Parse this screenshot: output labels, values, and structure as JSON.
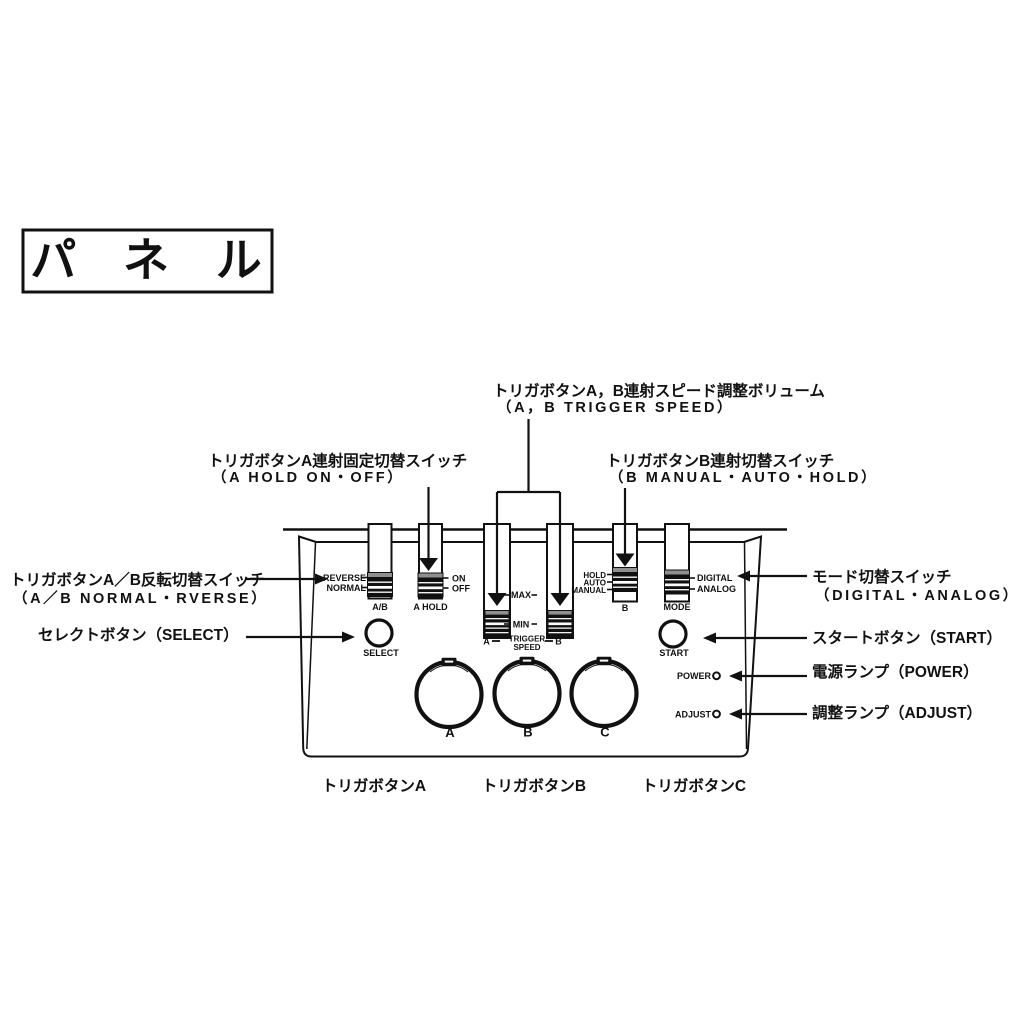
{
  "title": "パ ネ ル",
  "colors": {
    "ink": "#111111",
    "paper": "#ffffff"
  },
  "callouts": {
    "trigger_speed": {
      "line1": "トリガボタンA，B連射スピード調整ボリューム",
      "line2": "（A，B TRIGGER SPEED）"
    },
    "a_hold": {
      "line1": "トリガボタンA連射固定切替スイッチ",
      "line2": "（A HOLD ON・OFF）"
    },
    "b_switch": {
      "line1": "トリガボタンB連射切替スイッチ",
      "line2": "（B MANUAL・AUTO・HOLD）"
    },
    "ab_reverse": {
      "line1": "トリガボタンA／B反転切替スイッチ",
      "line2": "（A／B NORMAL・RVERSE）"
    },
    "select": "セレクトボタン（SELECT）",
    "mode": {
      "line1": "モード切替スイッチ",
      "line2": "（DIGITAL・ANALOG）"
    },
    "start": "スタートボタン（START）",
    "power": "電源ランプ（POWER）",
    "adjust": "調整ランプ（ADJUST）",
    "trigger_a": "トリガボタンA",
    "trigger_b": "トリガボタンB",
    "trigger_c": "トリガボタンC"
  },
  "panel": {
    "ab_switch": {
      "pos1": "REVERSE",
      "pos2": "NORMAL",
      "name": "A/B"
    },
    "ahold_switch": {
      "pos1": "ON",
      "pos2": "OFF",
      "name": "A HOLD"
    },
    "speed": {
      "max": "MAX",
      "min": "MIN",
      "a": "A",
      "word1": "TRIGGER",
      "word2": "SPEED",
      "b": "B"
    },
    "b_switch": {
      "pos1": "HOLD",
      "pos2": "AUTO",
      "pos3": "MANUAL",
      "name": "B"
    },
    "mode_switch": {
      "pos1": "DIGITAL",
      "pos2": "ANALOG",
      "name": "MODE"
    },
    "select": "SELECT",
    "start": "START",
    "power": "POWER",
    "adjust": "ADJUST",
    "buttons": [
      "A",
      "B",
      "C"
    ]
  }
}
